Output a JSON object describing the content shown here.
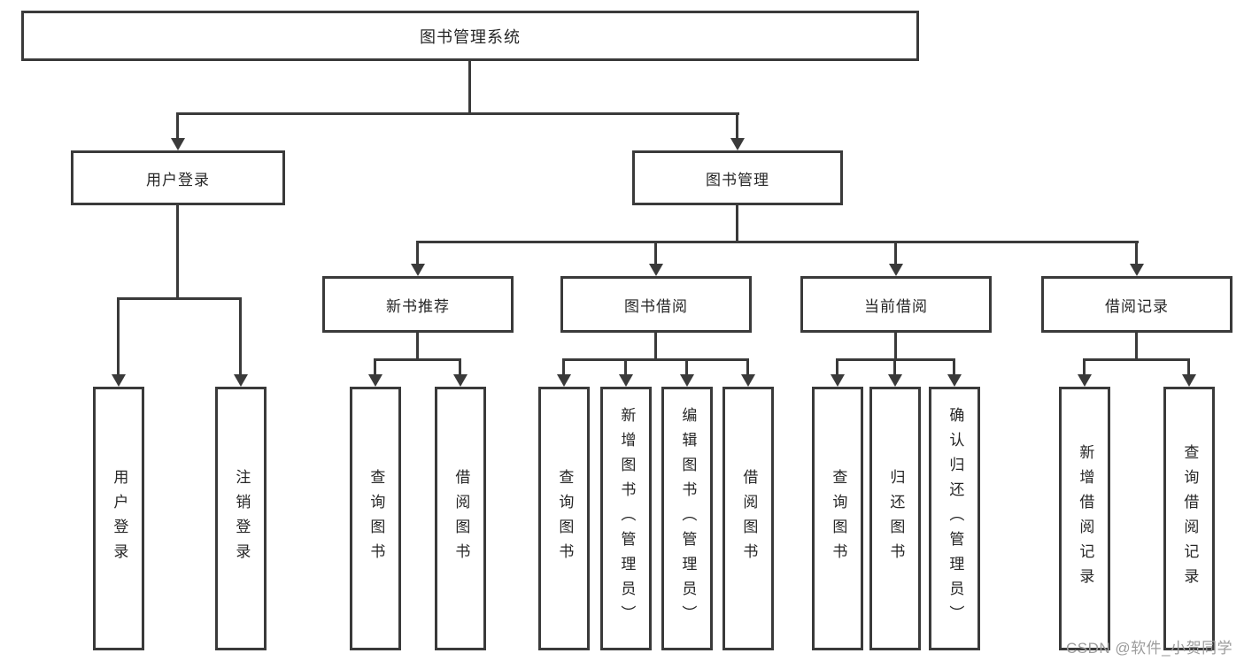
{
  "diagram": {
    "title": "图书管理系统",
    "root": {
      "label": "图书管理系统"
    },
    "branches": [
      {
        "label": "用户登录",
        "children": [
          "用户登录",
          "注销登录"
        ]
      },
      {
        "label": "图书管理",
        "sections": [
          {
            "label": "新书推荐",
            "children": [
              "查询图书",
              "借阅图书"
            ]
          },
          {
            "label": "图书借阅",
            "children": [
              "查询图书",
              "新增图书（管理员）",
              "编辑图书（管理员）",
              "借阅图书"
            ]
          },
          {
            "label": "当前借阅",
            "children": [
              "查询图书",
              "归还图书",
              "确认归还（管理员）"
            ]
          },
          {
            "label": "借阅记录",
            "children": [
              "新增借阅记录",
              "查询借阅记录"
            ]
          }
        ]
      }
    ]
  },
  "watermark": {
    "text": "CSDN @软件_小贺同学",
    "color": "#9c9c9c"
  },
  "colors": {
    "line": "#3a3a3a",
    "text": "#262626",
    "background": "#ffffff"
  }
}
